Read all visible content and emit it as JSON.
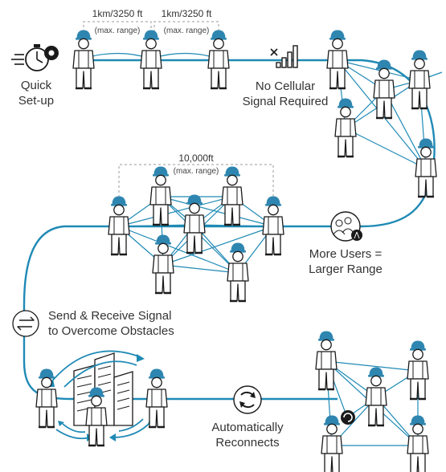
{
  "colors": {
    "accent": "#1f8ab5",
    "dark": "#1a1a1a",
    "helmet": "#2e86b0",
    "dashed": "#999999",
    "text": "#333333"
  },
  "top_row": {
    "range_label_1": "1km/3250 ft",
    "range_label_2": "1km/3250 ft",
    "max_range_1": "(max. range)",
    "max_range_2": "(max. range)",
    "quick_setup_line1": "Quick",
    "quick_setup_line2": "Set-up",
    "no_cell_line1": "No Cellular",
    "no_cell_line2": "Signal Required",
    "icons": [
      "stopwatch-gear-icon",
      "no-signal-icon"
    ]
  },
  "middle_group": {
    "range_label": "10,000ft",
    "max_range": "(max. range)",
    "more_users_line1": "More Users =",
    "more_users_line2": "Larger Range",
    "icons": [
      "crowd-tower-icon"
    ]
  },
  "obstacles": {
    "line1": "Send & Receive Signal",
    "line2": "to Overcome Obstacles",
    "icons": [
      "swap-arrows-icon",
      "building-icon"
    ]
  },
  "reconnect": {
    "line1": "Automatically",
    "line2": "Reconnects",
    "icons": [
      "refresh-cycle-icon",
      "loading-circle-icon"
    ]
  }
}
